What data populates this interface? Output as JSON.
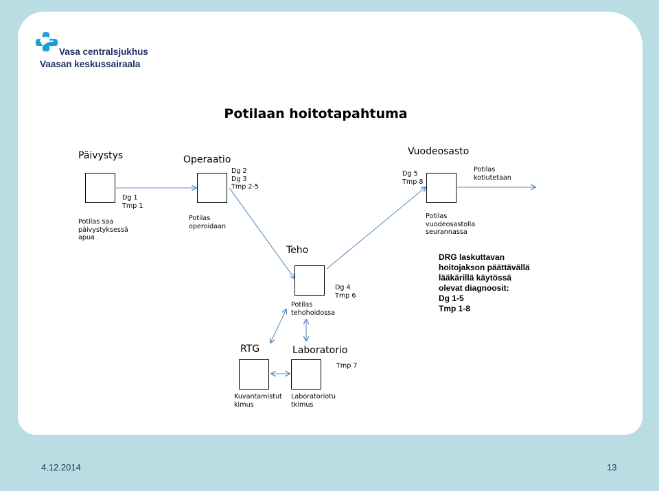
{
  "logo": {
    "icon": "vaasa-cross-bird-logo",
    "line1": "Vasa centralsjukhus",
    "line2": "Vaasan keskussairaala",
    "colors": {
      "blue": "#1aa0d8",
      "navy": "#1b2f60"
    }
  },
  "title": "Potilaan hoitotapahtuma",
  "nodes": {
    "paivystys": {
      "label": "Päivystys",
      "codes": [
        "Dg 1",
        "Tmp 1"
      ],
      "desc": [
        "Potilas saa",
        "päivystyksessä",
        "apua"
      ]
    },
    "operaatio": {
      "label": "Operaatio",
      "codes": [
        "Dg 2",
        "Dg 3",
        "Tmp 2-5"
      ],
      "desc": [
        "Potilas",
        "operoidaan"
      ]
    },
    "teho": {
      "label": "Teho",
      "codes": [
        "Dg 4",
        "Tmp 6"
      ],
      "desc": [
        "Potilas",
        "tehohoidossa"
      ]
    },
    "vuodeosasto": {
      "label": "Vuodeosasto",
      "codes": [
        "Dg 5",
        "Tmp 8"
      ],
      "desc": [
        "Potilas",
        "vuodeosastolla",
        "seurannassa"
      ]
    },
    "rtg": {
      "label": "RTG",
      "desc": [
        "Kuvantamistut",
        "kimus"
      ]
    },
    "laboratorio": {
      "label": "Laboratorio",
      "codes": [
        "Tmp 7"
      ],
      "desc": [
        "Laboratoriotu",
        "tkimus"
      ]
    }
  },
  "discharge": [
    "Potilas",
    "kotiutetaan"
  ],
  "drg_note": [
    "DRG laskuttavan",
    "hoitojakson päättävällä",
    "lääkärillä käytössä",
    "olevat diagnoosit:",
    "Dg 1-5",
    "Tmp 1-8"
  ],
  "footer": {
    "date": "4.12.2014",
    "page": "13"
  },
  "colors": {
    "background": "#b9dde3",
    "slide": "#ffffff",
    "arrow": "#5b8fc8",
    "footer_text": "#23374f"
  }
}
